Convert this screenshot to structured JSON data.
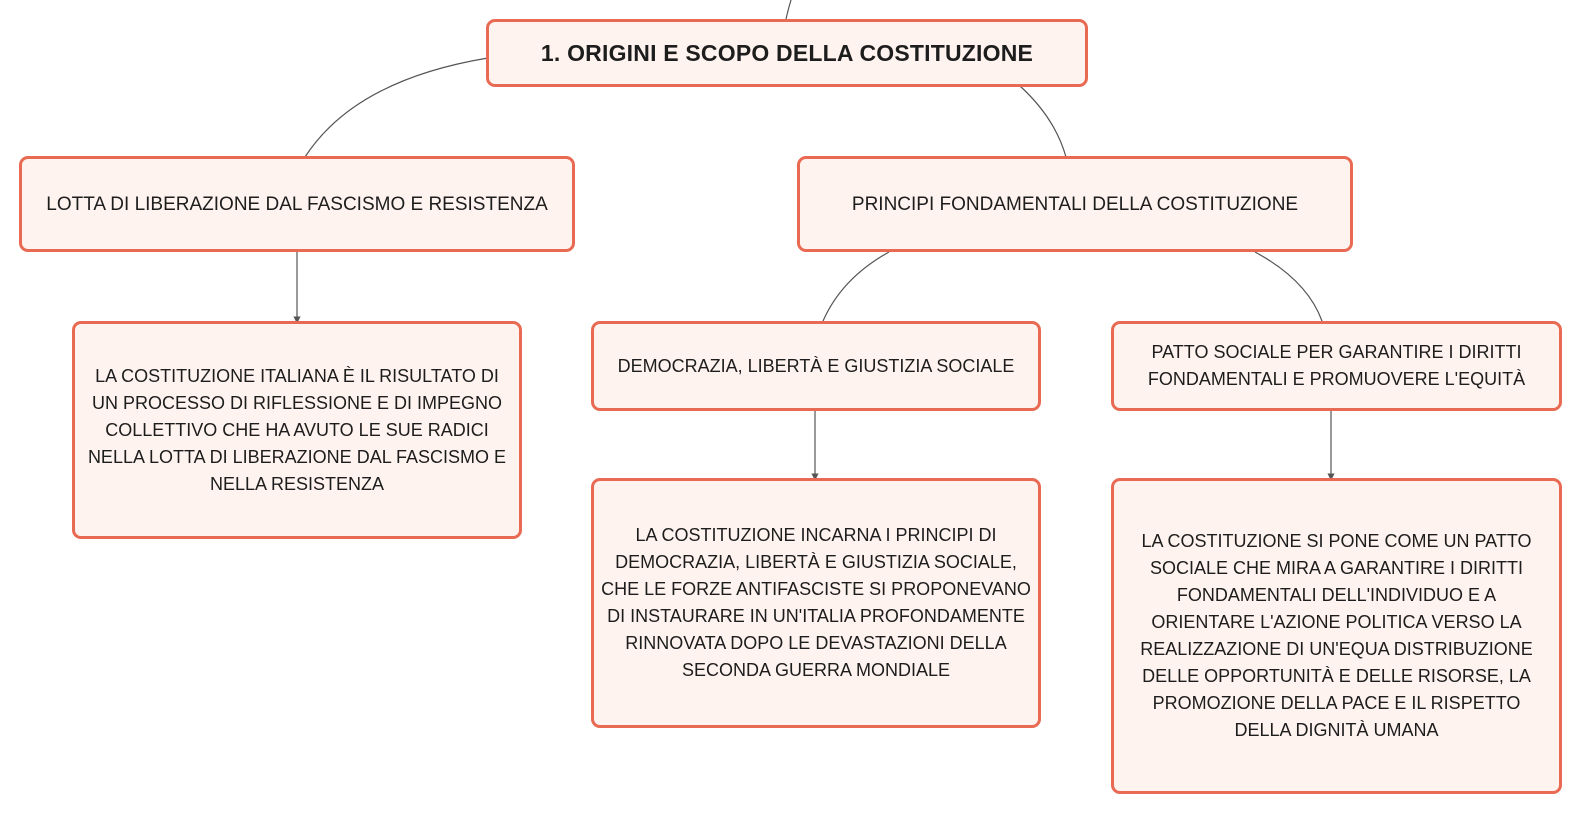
{
  "diagram": {
    "root": {
      "text": "1. ORIGINI E SCOPO DELLA COSTITUZIONE"
    },
    "branches": [
      {
        "title": "LOTTA DI LIBERAZIONE DAL FASCISMO E RESISTENZA",
        "detail": "LA COSTITUZIONE ITALIANA È IL RISULTATO DI UN PROCESSO DI RIFLESSIONE E DI IMPEGNO COLLETTIVO CHE HA AVUTO LE SUE RADICI NELLA LOTTA DI LIBERAZIONE DAL FASCISMO E NELLA RESISTENZA"
      },
      {
        "title": "PRINCIPI FONDAMENTALI DELLA COSTITUZIONE",
        "children": [
          {
            "title": "DEMOCRAZIA, LIBERTÀ E GIUSTIZIA SOCIALE",
            "detail": "LA COSTITUZIONE INCARNA I PRINCIPI DI DEMOCRAZIA, LIBERTÀ E GIUSTIZIA SOCIALE, CHE LE FORZE ANTIFASCISTE SI PROPONEVANO DI INSTAURARE IN UN'ITALIA PROFONDAMENTE RINNOVATA DOPO LE DEVASTAZIONI DELLA SECONDA GUERRA MONDIALE"
          },
          {
            "title": "PATTO SOCIALE PER GARANTIRE I DIRITTI FONDAMENTALI E PROMUOVERE L'EQUITÀ",
            "detail": "LA COSTITUZIONE SI PONE COME UN PATTO SOCIALE CHE MIRA A GARANTIRE I DIRITTI FONDAMENTALI DELL'INDIVIDUO E A ORIENTARE L'AZIONE POLITICA VERSO LA REALIZZAZIONE DI UN'EQUA DISTRIBUZIONE DELLE OPPORTUNITÀ E DELLE RISORSE, LA PROMOZIONE DELLA PACE E IL RISPETTO DELLA DIGNITÀ UMANA"
          }
        ]
      }
    ]
  },
  "colors": {
    "node_fill": "#fff3ef",
    "node_border": "#e96a52",
    "connector": "#555555",
    "text": "#1d1d1d"
  }
}
